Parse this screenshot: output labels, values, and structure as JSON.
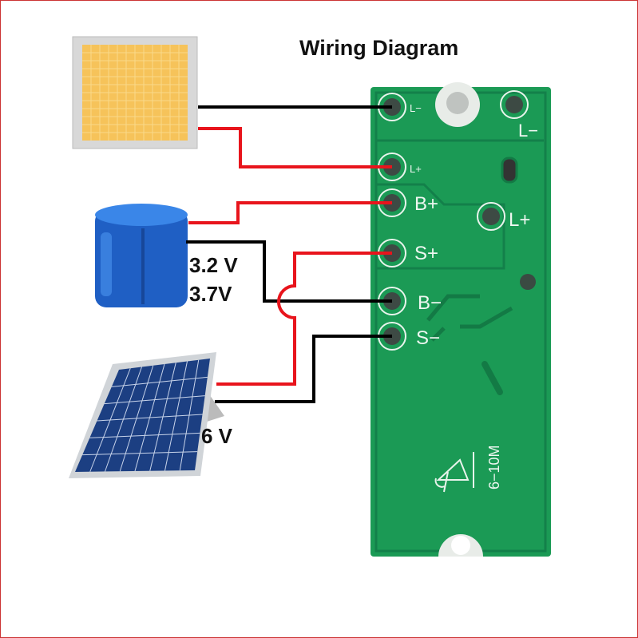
{
  "title": "Wiring Diagram",
  "battery_voltages": [
    "3.2 V",
    "3.7V"
  ],
  "solar_voltage": "6 V",
  "pcb": {
    "labels": {
      "led_neg": "L−",
      "led_neg_right": "L−",
      "led_pos": "L+",
      "led_pos_right": "L+",
      "batt_pos": "B+",
      "solar_pos": "S+",
      "batt_neg": "B−",
      "solar_neg": "S−",
      "range": "6−10M"
    }
  },
  "colors": {
    "positive_wire": "#e8141c",
    "negative_wire": "#000000",
    "pcb": "#1b9a55",
    "border": "#cc3333"
  }
}
